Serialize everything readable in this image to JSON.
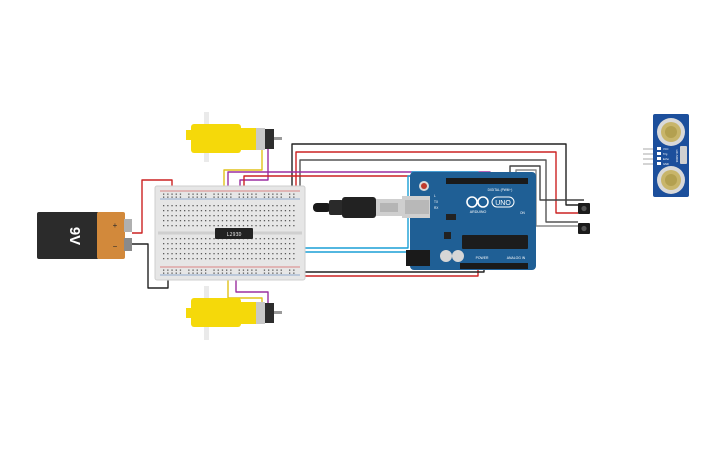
{
  "battery": {
    "voltage_label": "9V",
    "plus_sign": "+",
    "minus_sign": "−"
  },
  "driver_chip": {
    "label": "L293D"
  },
  "arduino": {
    "brand": "ARDUINO",
    "model": "UNO",
    "tx_label": "TX",
    "rx_label": "RX",
    "l_label": "L",
    "digital_label": "DIGITAL (PWM~)",
    "power_label": "POWER",
    "analog_label": "ANALOG IN",
    "on_label": "ON"
  },
  "ultrasonic": {
    "model": "HC-SR04",
    "pins": [
      "VCC",
      "Trig",
      "Echo",
      "GND"
    ]
  },
  "colors": {
    "board_blue": "#1f5f95",
    "motor_yellow": "#f5d90a",
    "wire_red": "#cc2222",
    "wire_black": "#222222",
    "wire_blue": "#1a9fd6",
    "wire_purple": "#9b2fa0",
    "wire_yellow": "#e0c21a",
    "battery_body": "#2b2b2b",
    "battery_cap": "#d2893b"
  }
}
